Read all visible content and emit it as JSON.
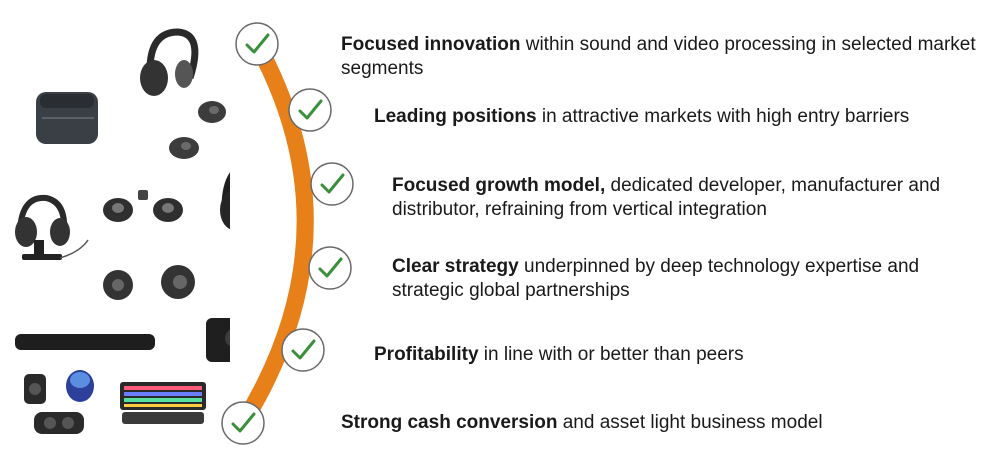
{
  "accent_color": "#e8801a",
  "check_color": "#3b8f3b",
  "points": [
    {
      "bold": "Focused innovation",
      "rest": " within sound and video processing in selected market segments"
    },
    {
      "bold": "Leading positions",
      "rest": " in attractive markets with high entry barriers"
    },
    {
      "bold": "Focused growth model,",
      "rest": " dedicated developer, manufacturer and distributor, refraining from vertical integration"
    },
    {
      "bold": "Clear strategy",
      "rest": " underpinned by deep technology expertise and strategic global partnerships"
    },
    {
      "bold": "Profitability",
      "rest": " in line with or better than peers"
    },
    {
      "bold": "Strong cash conversion",
      "rest": " and asset light business model"
    }
  ],
  "product_icons": [
    "over-ear-headset-icon",
    "earbuds-case-icon",
    "earbud-icon",
    "earbud-icon",
    "headset-stand-icon",
    "earbuds-pair-icon",
    "over-ear-headphones-icon",
    "earbuds-pair-icon",
    "soundbar-icon",
    "webcam-icon",
    "speakers-icon",
    "keyboard-icon"
  ]
}
